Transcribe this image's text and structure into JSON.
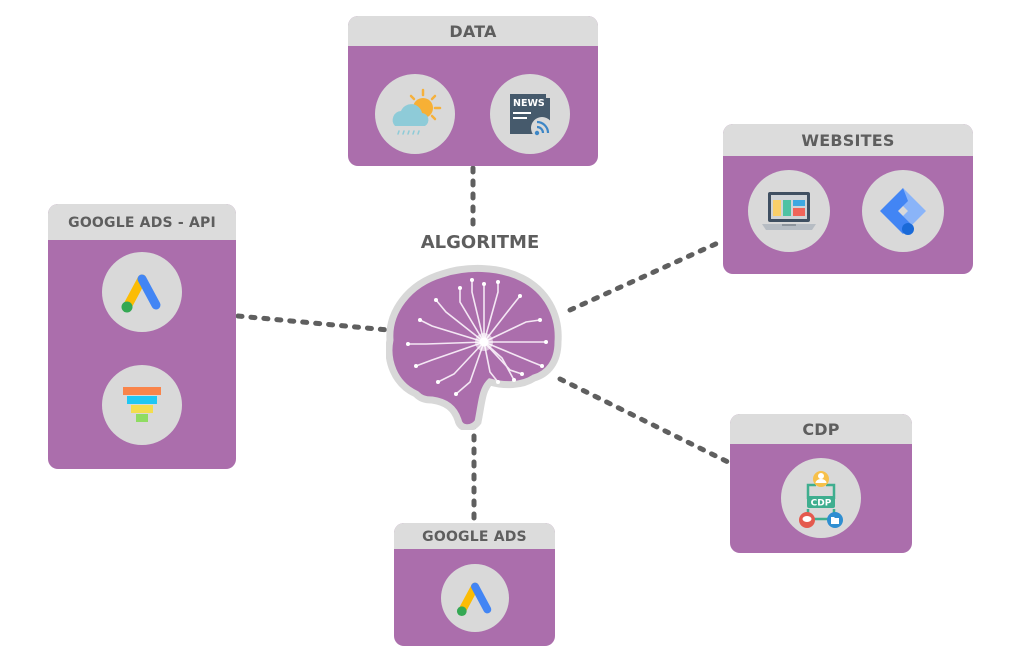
{
  "diagram": {
    "center": {
      "label": "ALGORITME",
      "icon": "brain-circuit-icon"
    },
    "nodes": {
      "data": {
        "title": "DATA",
        "icons": [
          "weather-icon",
          "news-feed-icon"
        ]
      },
      "websites": {
        "title": "WEBSITES",
        "icons": [
          "laptop-website-icon",
          "google-tag-manager-icon"
        ]
      },
      "google_ads_api": {
        "title": "GOOGLE ADS - API",
        "icons": [
          "google-ads-icon",
          "funnel-icon"
        ]
      },
      "cdp": {
        "title": "CDP",
        "icons": [
          "cdp-network-icon"
        ],
        "icon_text": "CDP"
      },
      "google_ads": {
        "title": "GOOGLE ADS",
        "icons": [
          "google-ads-icon"
        ]
      }
    },
    "edges": [
      {
        "from": "ALGORITME",
        "to": "DATA"
      },
      {
        "from": "ALGORITME",
        "to": "WEBSITES"
      },
      {
        "from": "ALGORITME",
        "to": "GOOGLE ADS - API"
      },
      {
        "from": "ALGORITME",
        "to": "CDP"
      },
      {
        "from": "ALGORITME",
        "to": "GOOGLE ADS"
      }
    ],
    "colors": {
      "node_body": "#ab6eac",
      "node_header": "#dcdcdc",
      "header_text": "#5e5e5e",
      "connector": "#5f5f5f",
      "icon_circle": "#d9d9d9",
      "brain": "#ab6eac"
    },
    "news_text": "NEWS"
  }
}
